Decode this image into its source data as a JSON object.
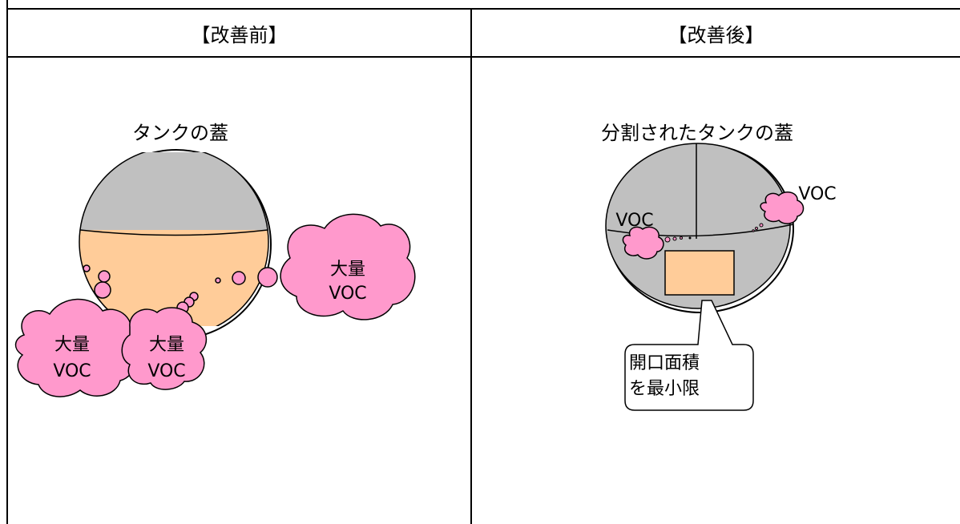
{
  "headers": {
    "before": "【改善前】",
    "after": "【改善後】"
  },
  "before": {
    "title": "タンクの蓋",
    "cloud_main": {
      "line1": "大量",
      "line2": "VOC"
    },
    "cloud_left": {
      "line1": "大量",
      "line2": "VOC"
    },
    "cloud_mid": {
      "line1": "大量",
      "line2": "VOC"
    }
  },
  "after": {
    "title": "分割されたタンクの蓋",
    "voc_right": "VOC",
    "voc_left": "VOC",
    "callout": {
      "line1": "開口面積",
      "line2": "を最小限"
    }
  },
  "colors": {
    "lid_gray": "#c0c0c0",
    "liquid": "#ffcc99",
    "cloud": "#ff99cc",
    "line": "#000000"
  }
}
